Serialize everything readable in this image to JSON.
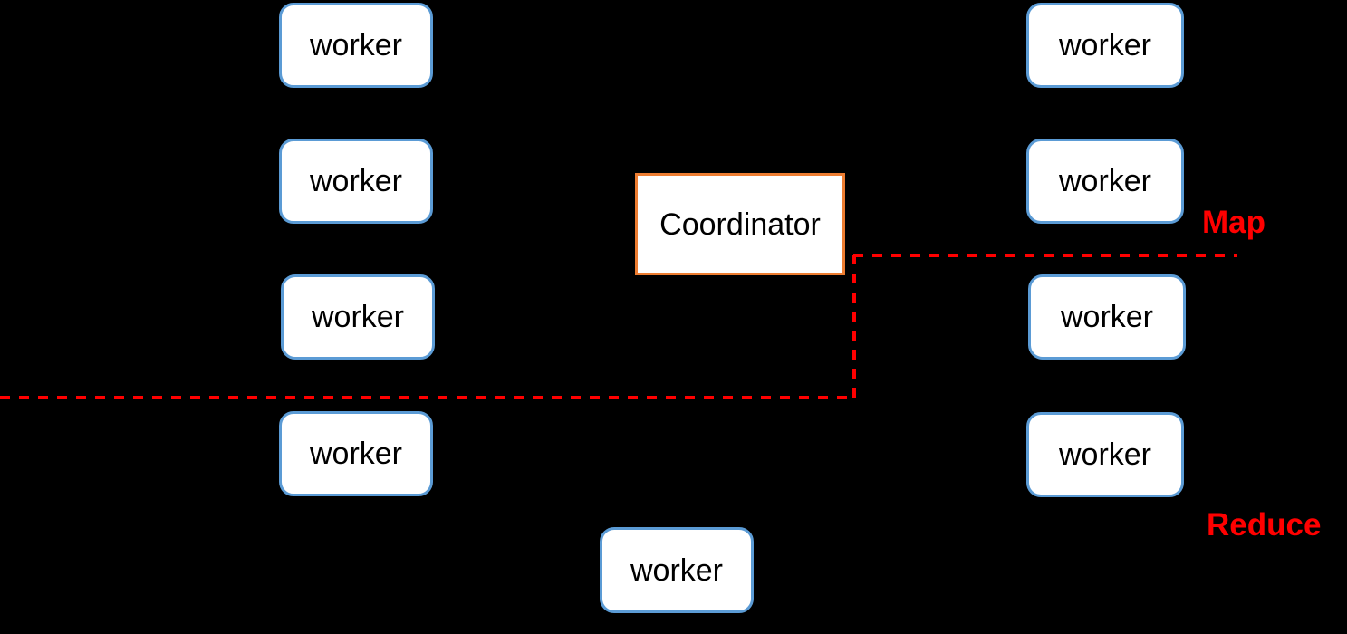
{
  "diagram": {
    "type": "mapreduce-architecture",
    "nodes": {
      "coordinator": {
        "label": "Coordinator"
      },
      "left_workers": [
        {
          "label": "worker"
        },
        {
          "label": "worker"
        },
        {
          "label": "worker"
        },
        {
          "label": "worker"
        }
      ],
      "right_workers": [
        {
          "label": "worker"
        },
        {
          "label": "worker"
        },
        {
          "label": "worker"
        },
        {
          "label": "worker"
        }
      ],
      "bottom_worker": {
        "label": "worker"
      }
    },
    "phases": {
      "map_label": "Map",
      "reduce_label": "Reduce"
    },
    "colors": {
      "background": "#000000",
      "worker_border": "#5B9BD5",
      "coordinator_border": "#ED7D31",
      "phase_divider": "#FF0000",
      "phase_label": "#FF0000",
      "node_fill": "#FFFFFF",
      "node_text": "#000000"
    }
  }
}
